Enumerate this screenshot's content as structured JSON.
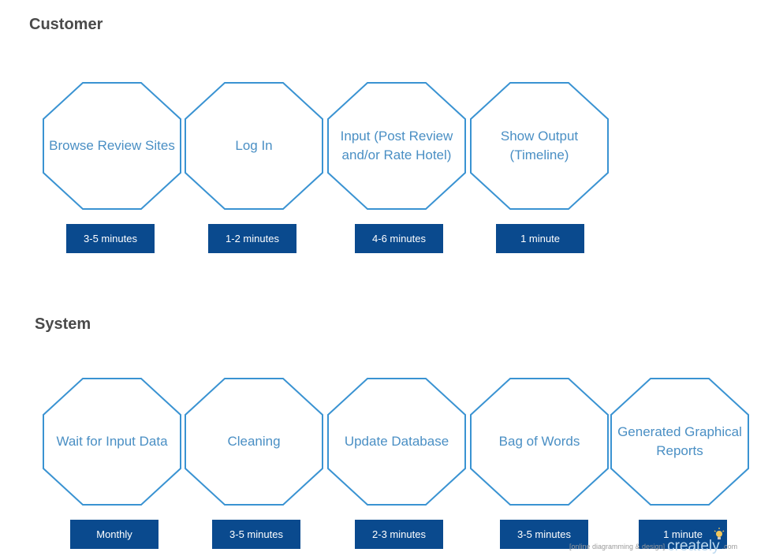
{
  "customer": {
    "title": "Customer",
    "steps": [
      {
        "label": "Browse Review Sites",
        "duration": "3-5 minutes"
      },
      {
        "label": "Log In",
        "duration": "1-2 minutes"
      },
      {
        "label": "Input (Post Review and/or Rate Hotel)",
        "duration": "4-6 minutes"
      },
      {
        "label": "Show Output (Timeline)",
        "duration": "1 minute"
      }
    ]
  },
  "system": {
    "title": "System",
    "steps": [
      {
        "label": "Wait for Input Data",
        "duration": "Monthly"
      },
      {
        "label": "Cleaning",
        "duration": "3-5 minutes"
      },
      {
        "label": "Update Database",
        "duration": "2-3 minutes"
      },
      {
        "label": "Bag of Words",
        "duration": "3-5 minutes"
      },
      {
        "label": "Generated Graphical Reports",
        "duration": "1 minute"
      }
    ]
  },
  "watermark": {
    "tagline": "[online diagramming & design]",
    "logo": "creately",
    "domain": ".com"
  },
  "colors": {
    "octagon_stroke": "#3a93d2",
    "label_text": "#4a8fc4",
    "badge_fill": "#0a4a8e",
    "heading_text": "#4a4a4a"
  }
}
